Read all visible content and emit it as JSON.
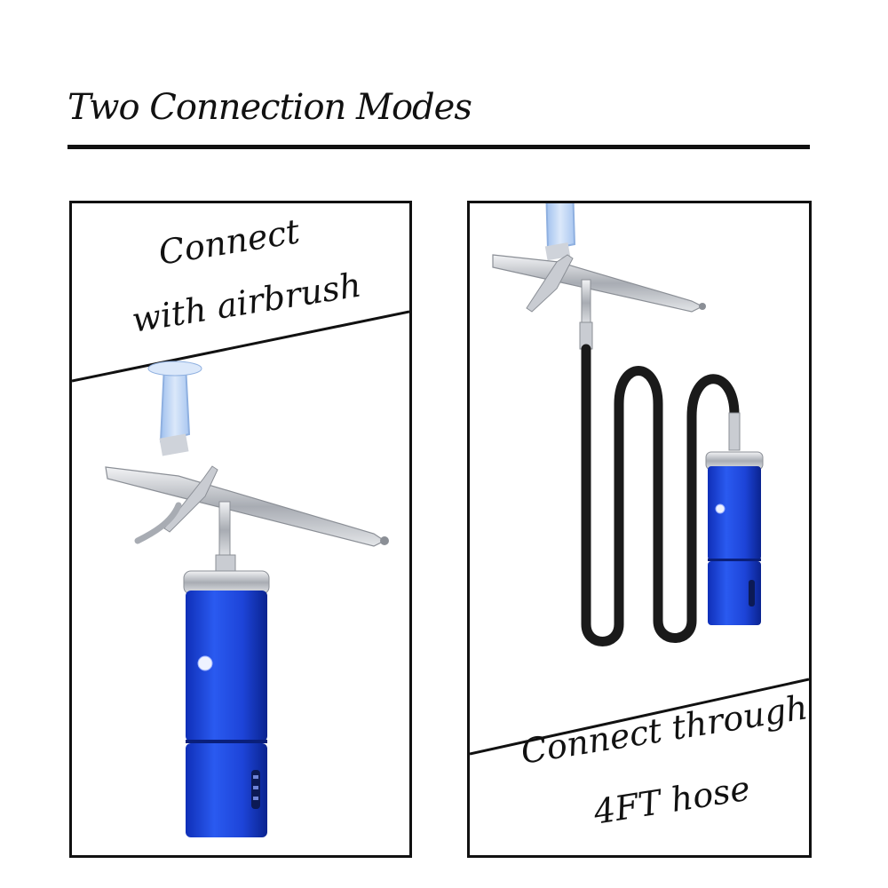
{
  "title": "Two Connection Modes",
  "panels": [
    {
      "caption_line1": "Connect",
      "caption_line2": "with airbrush"
    },
    {
      "caption_line1": "Connect through",
      "caption_line2": "4FT hose"
    }
  ],
  "colors": {
    "device_blue": "#1e46e0",
    "cup": "#b9d3f4",
    "chrome": "#b9bcc2",
    "hose": "#1a1a1a"
  },
  "icons": [
    "airbrush-gun-icon",
    "compressor-icon",
    "hose-icon"
  ]
}
